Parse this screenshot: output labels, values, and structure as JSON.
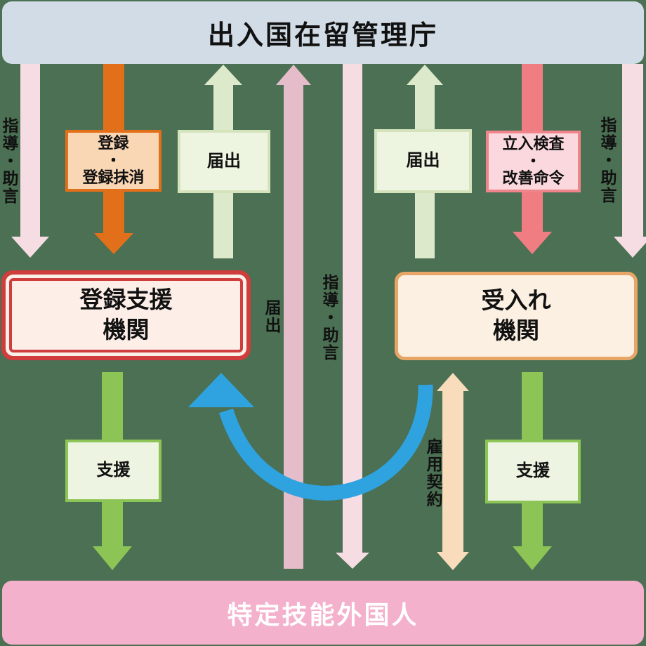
{
  "colors": {
    "background": "#4b7053",
    "top_bar_bg": "#d2dce6",
    "bottom_bar_bg": "#f3b1cb",
    "pink_light": "#f5dde3",
    "pink_medium": "#e5bcca",
    "orange": "#e2701b",
    "pale_green": "#dde9cb",
    "salmon": "#f07d82",
    "bright_green": "#8cc455",
    "peach": "#f8dcbb",
    "blue": "#2fa3e0",
    "red_border": "#cf3d3c",
    "tan_border": "#e7a566"
  },
  "top_bar": {
    "label": "出入国在留管理庁"
  },
  "bottom_bar": {
    "label": "特定技能外国人"
  },
  "boxes": {
    "org_left": {
      "line1": "登録支援",
      "line2": "機関"
    },
    "org_right": {
      "line1": "受入れ",
      "line2": "機関"
    }
  },
  "arrow_labels": {
    "registration": {
      "line1": "登録",
      "dot": "・",
      "line2": "登録抹消"
    },
    "inspection": {
      "line1": "立入検査",
      "dot": "・",
      "line2": "改善命令"
    },
    "notify_left": "届出",
    "notify_right": "届出",
    "notify_center": "届出",
    "guidance_left": "指導・助言",
    "guidance_center": "指導・助言",
    "guidance_right": "指導・助言",
    "support_left": "支援",
    "support_right": "支援",
    "employment": "雇用契約"
  }
}
